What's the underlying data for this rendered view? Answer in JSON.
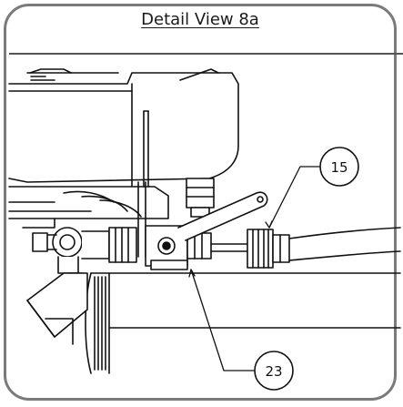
{
  "title": "Detail View 8a",
  "callouts": {
    "part_a": "15",
    "part_b": "23"
  },
  "colors": {
    "frame": "#7a7a7a",
    "line": "#111111",
    "fill": "#ffffff",
    "shade": "#d8d8d8"
  }
}
